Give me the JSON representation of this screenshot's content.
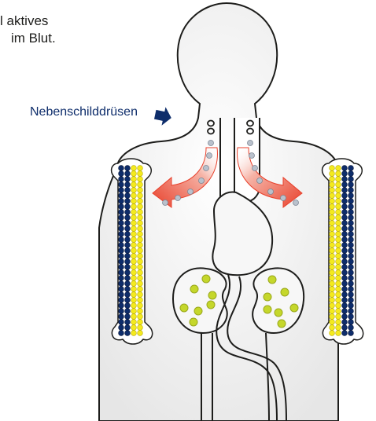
{
  "caption": {
    "line1": "l aktives",
    "line2": "im Blut."
  },
  "labels": {
    "parathyroid": "Nebenschilddrüsen"
  },
  "colors": {
    "bone_dark": "#0e2d6b",
    "bone_light": "#f4ea1e",
    "gland": "#b9c1cc",
    "arrow_red": "#e8412c",
    "outline": "#1d1d1b",
    "body_fill": "#f2f2f2",
    "kidney_dot": "#c5d72b"
  },
  "icons": {
    "pointer": "arrow-right-icon"
  }
}
